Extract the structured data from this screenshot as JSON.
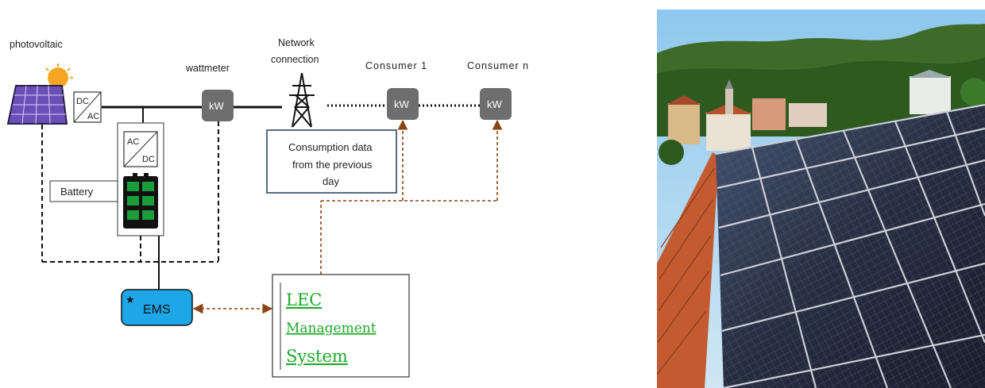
{
  "diagram": {
    "photovoltaic_label": "photovoltaic",
    "wattmeter_label": "wattmeter",
    "network_label_line1": "Network",
    "network_label_line2": "connection",
    "consumer1_label": "Consumer 1",
    "consumern_label": "Consumer n",
    "meter_unit": "kW",
    "inverter_dc": "DC",
    "inverter_ac": "AC",
    "battery_inverter_ac": "AC",
    "battery_inverter_dc": "DC",
    "battery_label": "Battery",
    "consumption_line1": "Consumption data",
    "consumption_line2": "from the previous",
    "consumption_line3": "day",
    "ems_label": "EMS",
    "ems_star": "★",
    "lec_line1": "LEC",
    "lec_line2": "Management",
    "lec_line3": "System",
    "colors": {
      "power_line": "#111111",
      "data_line": "#8b4513",
      "meter": "#6e6e6e",
      "ems_fill": "#1ea7e8",
      "lec_text": "#1fa82a",
      "panel": "#6b4fb8",
      "battery_cell": "#1a9d3a"
    }
  },
  "photo": {
    "subject": "rooftop-solar-panels-photo"
  }
}
